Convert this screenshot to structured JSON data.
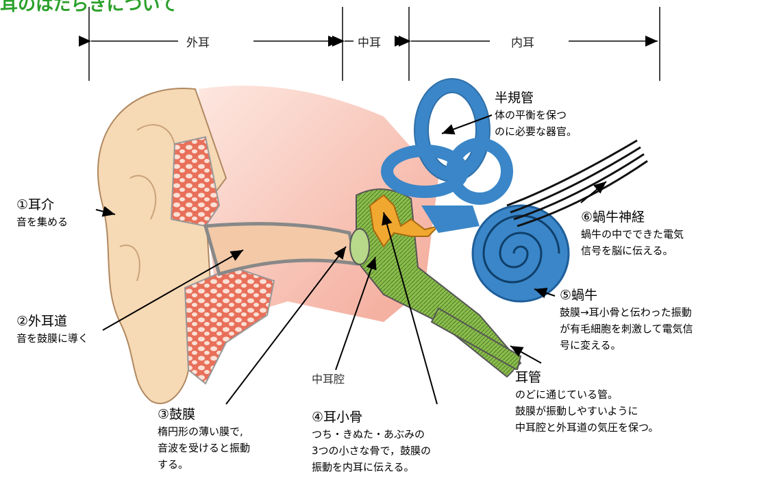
{
  "banner_text": "耳のはたらきについて",
  "sections": {
    "outer": "外耳",
    "middle": "中耳",
    "inner": "内耳"
  },
  "labels": {
    "auricle": {
      "title": "①耳介",
      "desc": [
        "音を集める"
      ]
    },
    "ear_canal": {
      "title": "②外耳道",
      "desc": [
        "音を鼓膜に導く"
      ]
    },
    "eardrum": {
      "title": "③鼓膜",
      "desc": [
        "楕円形の薄い膜で,",
        "音波を受けると振動",
        "する。"
      ]
    },
    "ossicles": {
      "title": "④耳小骨",
      "desc": [
        "つち・きぬた・あぶみの",
        "3つの小さな骨で，鼓膜の",
        "振動を内耳に伝える。"
      ]
    },
    "cochlea": {
      "title": "⑤蝸牛",
      "desc": [
        "鼓膜→耳小骨と伝わった振動",
        "が有毛細胞を刺激して電気信",
        "号に変える。"
      ]
    },
    "cochlear_nerve": {
      "title": "⑥蝸牛神経",
      "desc": [
        "蝸牛の中でできた電気",
        "信号を脳に伝える。"
      ]
    },
    "semicircular": {
      "title": "半規管",
      "desc": [
        "体の平衡を保つ",
        "のに必要な器官。"
      ]
    },
    "eustachian": {
      "title": "耳管",
      "desc": [
        "のどに通じている管。",
        "鼓膜が振動しやすいように",
        "中耳腔と外耳道の気圧を保つ。"
      ]
    },
    "tympanic_cavity": {
      "title": "中耳腔"
    }
  },
  "colors": {
    "banner": "#2aa02a",
    "skin": "#f6d9b5",
    "inner_ear": "#3a86c8",
    "middle_ear": "#8bbd4e",
    "ossicle": "#f0a830",
    "canal_pink": "#f5b8a8"
  }
}
